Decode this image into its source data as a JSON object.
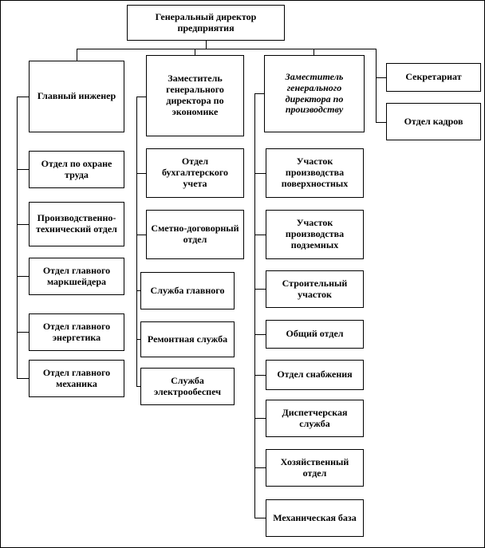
{
  "diagram": {
    "type": "org-chart",
    "colors": {
      "line": "#000000",
      "box_background": "#ffffff",
      "text": "#000000"
    },
    "boxes": {
      "general_director": "Генеральный директор предприятия",
      "chief_engineer": "Главный инженер",
      "deputy_economics": "Заместитель генерального директора по экономике",
      "deputy_production": "Заместитель генерального директора по производству",
      "secretariat": "Секретариат",
      "hr_department": "Отдел кадров",
      "labor_safety": "Отдел по охране труда",
      "production_technical": "Производственно-технический отдел",
      "chief_surveyor": "Отдел главного маркшейдера",
      "chief_power": "Отдел главного энергетика",
      "chief_mechanic": "Отдел главного механика",
      "accounting": "Отдел бухгалтерского учета",
      "estimate_contract": "Сметно-договорный отдел",
      "chief_service": "Служба главного",
      "repair_service": "Ремонтная служба",
      "electro_service": "Служба электрообеспеч",
      "surface_section": "Участок производства поверхностных",
      "underground_section": "Участок производства подземных",
      "construction_section": "Строительный участок",
      "general_department": "Общий отдел",
      "supply_department": "Отдел снабжения",
      "dispatch_service": "Диспетчерская служба",
      "facilities_department": "Хозяйственный отдел",
      "mechanical_base": "Механическая база"
    }
  }
}
